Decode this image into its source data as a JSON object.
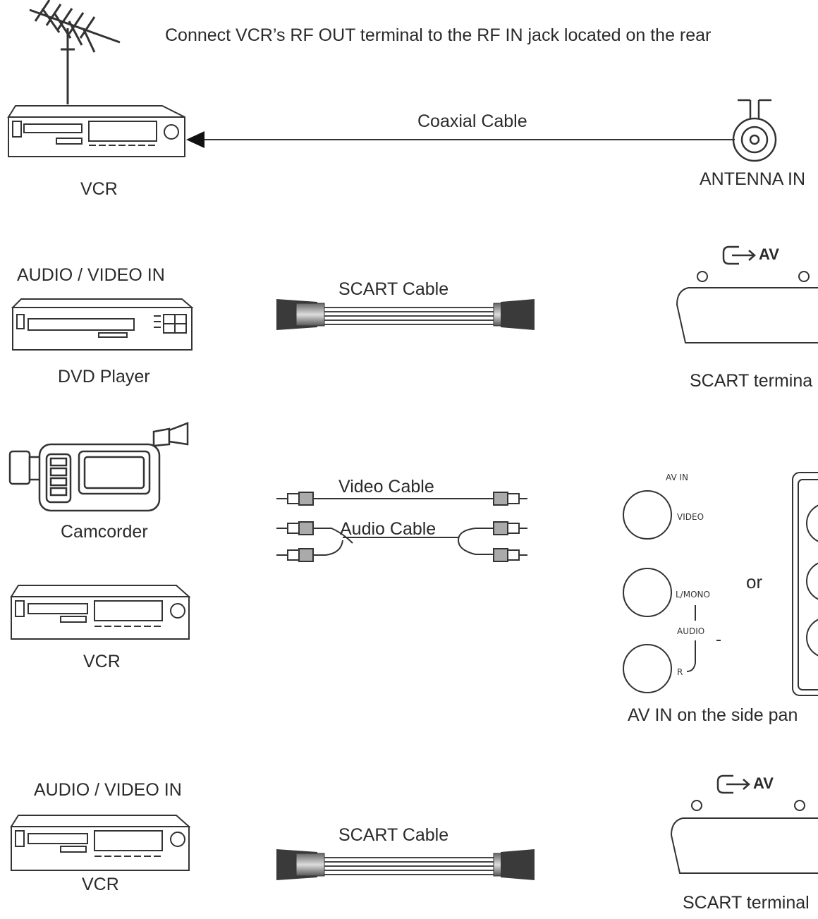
{
  "instruction": "Connect VCR’s RF OUT terminal to the RF IN jack located on the rear",
  "section1": {
    "device_label": "VCR",
    "cable_label": "Coaxial Cable",
    "jack_label": "ANTENNA IN"
  },
  "section2": {
    "header": "AUDIO / VIDEO IN",
    "device_label": "DVD Player",
    "cable_label": "SCART Cable",
    "av_label": "AV",
    "terminal_label": "SCART termina"
  },
  "section3": {
    "camcorder_label": "Camcorder",
    "vcr_label": "VCR",
    "video_cable_label": "Video Cable",
    "audio_cable_label": "Audio Cable",
    "panel_title": "AV IN",
    "video_label": "VIDEO",
    "lmono_label": "L/MONO",
    "audio_label": "AUDIO",
    "r_label": "R",
    "or_label": "or",
    "side_panel_label": "AV IN on the side pan"
  },
  "section4": {
    "header": "AUDIO / VIDEO IN",
    "device_label": "VCR",
    "cable_label": "SCART Cable",
    "av_label": "AV",
    "terminal_label": "SCART terminal"
  },
  "colors": {
    "line": "#333333",
    "text": "#2a2a2a"
  }
}
